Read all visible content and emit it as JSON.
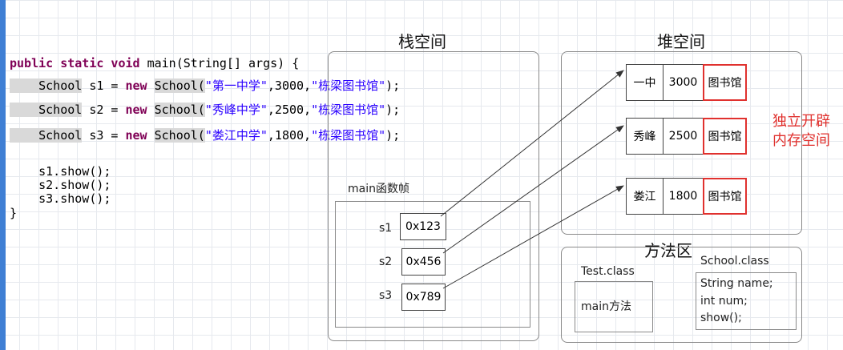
{
  "code": {
    "signature": {
      "kw": "public static void",
      "rest": " main(String[] args) {"
    },
    "lines": [
      {
        "type": "School",
        "var": "s1",
        "kw": "new",
        "ctor": "School(",
        "s_name": "\"第一中学\"",
        "num": ",3000,",
        "s_lib": "\"栋梁图书馆\"",
        "end": ");"
      },
      {
        "type": "School",
        "var": "s2",
        "kw": "new",
        "ctor": "School(",
        "s_name": "\"秀峰中学\"",
        "num": ",2500,",
        "s_lib": "\"栋梁图书馆\"",
        "end": ");"
      },
      {
        "type": "School",
        "var": "s3",
        "kw": "new",
        "ctor": "School(",
        "s_name": "\"娄江中学\"",
        "num": ",1800,",
        "s_lib": "\"栋梁图书馆\"",
        "end": ");"
      }
    ],
    "calls": [
      "s1.show();",
      "s2.show();",
      "s3.show();"
    ],
    "close": "}"
  },
  "stack": {
    "title": "栈空间",
    "frame_label": "main函数帧",
    "vars": [
      {
        "name": "s1",
        "addr": "0x123"
      },
      {
        "name": "s2",
        "addr": "0x456"
      },
      {
        "name": "s3",
        "addr": "0x789"
      }
    ]
  },
  "heap": {
    "title": "堆空间",
    "objects": [
      {
        "name": "一中",
        "num": "3000",
        "lib": "图书馆"
      },
      {
        "name": "秀峰",
        "num": "2500",
        "lib": "图书馆"
      },
      {
        "name": "娄江",
        "num": "1800",
        "lib": "图书馆"
      }
    ],
    "note_line1": "独立开辟",
    "note_line2": "内存空间"
  },
  "method_area": {
    "title": "方法区",
    "test_class": "Test.class",
    "test_method": "main方法",
    "school_class": "School.class",
    "school_members": [
      "String name;",
      "int num;",
      "show();"
    ]
  },
  "colors": {
    "keyword": "#7f0055",
    "string": "#2a00ff",
    "highlight": "#e0312e",
    "stripe": "#3f7fd4"
  }
}
